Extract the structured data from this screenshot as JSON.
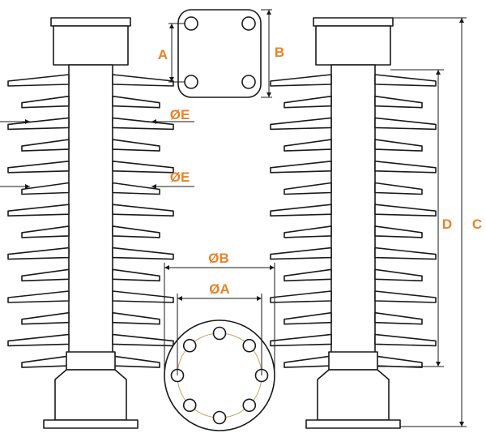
{
  "colors": {
    "line": "#1a1a1a",
    "label": "#e8822a",
    "bolt_circle": "#c8a26a",
    "fill": "#ffffff"
  },
  "labels": {
    "plate_side_a": "A",
    "plate_side_b": "B",
    "shed_dia_upper": "ØE",
    "shed_dia_lower": "ØE",
    "flange_dia_b": "ØB",
    "bolt_circle_a": "ØA",
    "height_d": "D",
    "height_c": "C"
  },
  "views": {
    "square_flange_bolt_holes": 4,
    "round_flange_bolt_holes": 8,
    "insulator_shed_count": 14
  }
}
